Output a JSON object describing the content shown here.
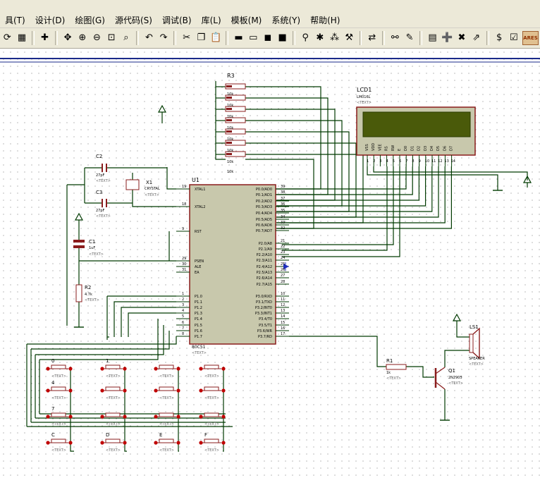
{
  "menu": {
    "items": [
      "具(T)",
      "设计(D)",
      "绘图(G)",
      "源代码(S)",
      "调试(B)",
      "库(L)",
      "模板(M)",
      "系统(Y)",
      "帮助(H)"
    ]
  },
  "toolbar": {
    "groups": [
      [
        "refresh-icon",
        "grid-icon"
      ],
      [
        "origin-icon"
      ],
      [
        "pan-icon",
        "zoom-in-icon",
        "zoom-out-icon",
        "zoom-all-icon",
        "zoom-area-icon"
      ],
      [
        "undo-icon",
        "redo-icon"
      ],
      [
        "cut-icon",
        "copy-icon",
        "paste-icon"
      ],
      [
        "block-copy-icon",
        "block-move-icon",
        "block-rotate-icon",
        "block-delete-icon"
      ],
      [
        "pick-device-icon",
        "make-device-icon",
        "packaging-icon",
        "decompose-icon"
      ],
      [
        "wire-autorouter-icon"
      ],
      [
        "search-icon",
        "property-tool-icon"
      ],
      [
        "new-sheet-icon",
        "add-sheet-icon",
        "delete-sheet-icon",
        "goto-sheet-icon"
      ],
      [
        "bom-icon",
        "erc-icon",
        "ares-icon"
      ]
    ],
    "glyphs": {
      "refresh-icon": "⟳",
      "grid-icon": "▦",
      "origin-icon": "✚",
      "pan-icon": "✥",
      "zoom-in-icon": "⊕",
      "zoom-out-icon": "⊖",
      "zoom-all-icon": "⊡",
      "zoom-area-icon": "⌕",
      "undo-icon": "↶",
      "redo-icon": "↷",
      "cut-icon": "✂",
      "copy-icon": "❐",
      "paste-icon": "📋",
      "block-copy-icon": "▬",
      "block-move-icon": "▭",
      "block-rotate-icon": "◼",
      "block-delete-icon": "■",
      "pick-device-icon": "⚲",
      "make-device-icon": "✱",
      "packaging-icon": "⁂",
      "decompose-icon": "⚒",
      "wire-autorouter-icon": "⇄",
      "search-icon": "⚯",
      "property-tool-icon": "✎",
      "new-sheet-icon": "▤",
      "add-sheet-icon": "➕",
      "delete-sheet-icon": "✖",
      "goto-sheet-icon": "⇗",
      "bom-icon": "$",
      "erc-icon": "☑",
      "ares-icon": "ARES"
    }
  },
  "colors": {
    "wire": "#003a00",
    "body": "#c8c8ac",
    "border": "#8a1c1c",
    "lcd": "#4a5a0a",
    "canvas": "#ffffff",
    "grid": "#7a7a7a"
  },
  "schematic": {
    "resistors_array": {
      "ref": "R3",
      "values": [
        "10k",
        "10k",
        "10k",
        "10k",
        "10k",
        "10k",
        "10k",
        "10k"
      ],
      "last_label": "10k"
    },
    "lcd": {
      "ref": "LCD1",
      "part": "LM016L",
      "text": "<TEXT>",
      "pins": [
        "VSS",
        "VDD",
        "VEE",
        "RS",
        "RW",
        "E",
        "D0",
        "D1",
        "D2",
        "D3",
        "D4",
        "D5",
        "D6",
        "D7"
      ],
      "pin_numbers": [
        "1",
        "2",
        "3",
        "4",
        "5",
        "6",
        "7",
        "8",
        "9",
        "10",
        "11",
        "12",
        "13",
        "14"
      ]
    },
    "mcu": {
      "ref": "U1",
      "part": "80C51",
      "text": "<TEXT>",
      "left_pins": [
        {
          "num": "19",
          "name": "XTAL1"
        },
        {
          "num": "18",
          "name": "XTAL2"
        },
        {
          "num": "9",
          "name": "RST"
        },
        {
          "num": "29",
          "name": "PSEN"
        },
        {
          "num": "30",
          "name": "ALE"
        },
        {
          "num": "31",
          "name": "EA"
        },
        {
          "num": "1",
          "name": "P1.0"
        },
        {
          "num": "2",
          "name": "P1.1"
        },
        {
          "num": "3",
          "name": "P1.2"
        },
        {
          "num": "4",
          "name": "P1.3"
        },
        {
          "num": "5",
          "name": "P1.4"
        },
        {
          "num": "6",
          "name": "P1.5"
        },
        {
          "num": "7",
          "name": "P1.6"
        },
        {
          "num": "8",
          "name": "P1.7"
        }
      ],
      "right_pins": [
        {
          "num": "39",
          "name": "P0.0/AD0"
        },
        {
          "num": "38",
          "name": "P0.1/AD1"
        },
        {
          "num": "37",
          "name": "P0.2/AD2"
        },
        {
          "num": "36",
          "name": "P0.3/AD3"
        },
        {
          "num": "35",
          "name": "P0.4/AD4"
        },
        {
          "num": "34",
          "name": "P0.5/AD5"
        },
        {
          "num": "33",
          "name": "P0.6/AD6"
        },
        {
          "num": "32",
          "name": "P0.7/AD7"
        },
        {
          "num": "21",
          "name": "P2.0/A8"
        },
        {
          "num": "22",
          "name": "P2.1/A9"
        },
        {
          "num": "23",
          "name": "P2.2/A10"
        },
        {
          "num": "24",
          "name": "P2.3/A11"
        },
        {
          "num": "25",
          "name": "P2.4/A12"
        },
        {
          "num": "26",
          "name": "P2.5/A13"
        },
        {
          "num": "27",
          "name": "P2.6/A14"
        },
        {
          "num": "28",
          "name": "P2.7/A15"
        },
        {
          "num": "10",
          "name": "P3.0/RXD"
        },
        {
          "num": "11",
          "name": "P3.1/TXD"
        },
        {
          "num": "12",
          "name": "P3.2/INT0"
        },
        {
          "num": "13",
          "name": "P3.3/INT1"
        },
        {
          "num": "14",
          "name": "P3.4/T0"
        },
        {
          "num": "15",
          "name": "P3.5/T1"
        },
        {
          "num": "16",
          "name": "P3.6/WR"
        },
        {
          "num": "17",
          "name": "P3.7/RD"
        }
      ]
    },
    "crystal": {
      "ref": "X1",
      "part": "CRYSTAL",
      "text": "<TEXT>"
    },
    "c2": {
      "ref": "C2",
      "value": "27pF",
      "text": "<TEXT>"
    },
    "c3": {
      "ref": "C3",
      "value": "27pF",
      "text": "<TEXT>"
    },
    "c1": {
      "ref": "C1",
      "value": "1uF",
      "text": "<TEXT>"
    },
    "r2": {
      "ref": "R2",
      "value": "4.7k",
      "text": "<TEXT>"
    },
    "r1": {
      "ref": "R1",
      "value": "1k",
      "text": "<TEXT>"
    },
    "q1": {
      "ref": "Q1",
      "part": "2N2905",
      "text": "<TEXT>"
    },
    "ls1": {
      "ref": "LS1",
      "part": "SPEAKER",
      "text": "<TEXT>"
    },
    "keypad": {
      "labels": [
        "0",
        "1",
        "",
        "",
        "4",
        "",
        "",
        "",
        "7",
        "",
        "",
        "",
        "C",
        "D",
        "E",
        "F"
      ],
      "text": "<TEXT>"
    }
  }
}
